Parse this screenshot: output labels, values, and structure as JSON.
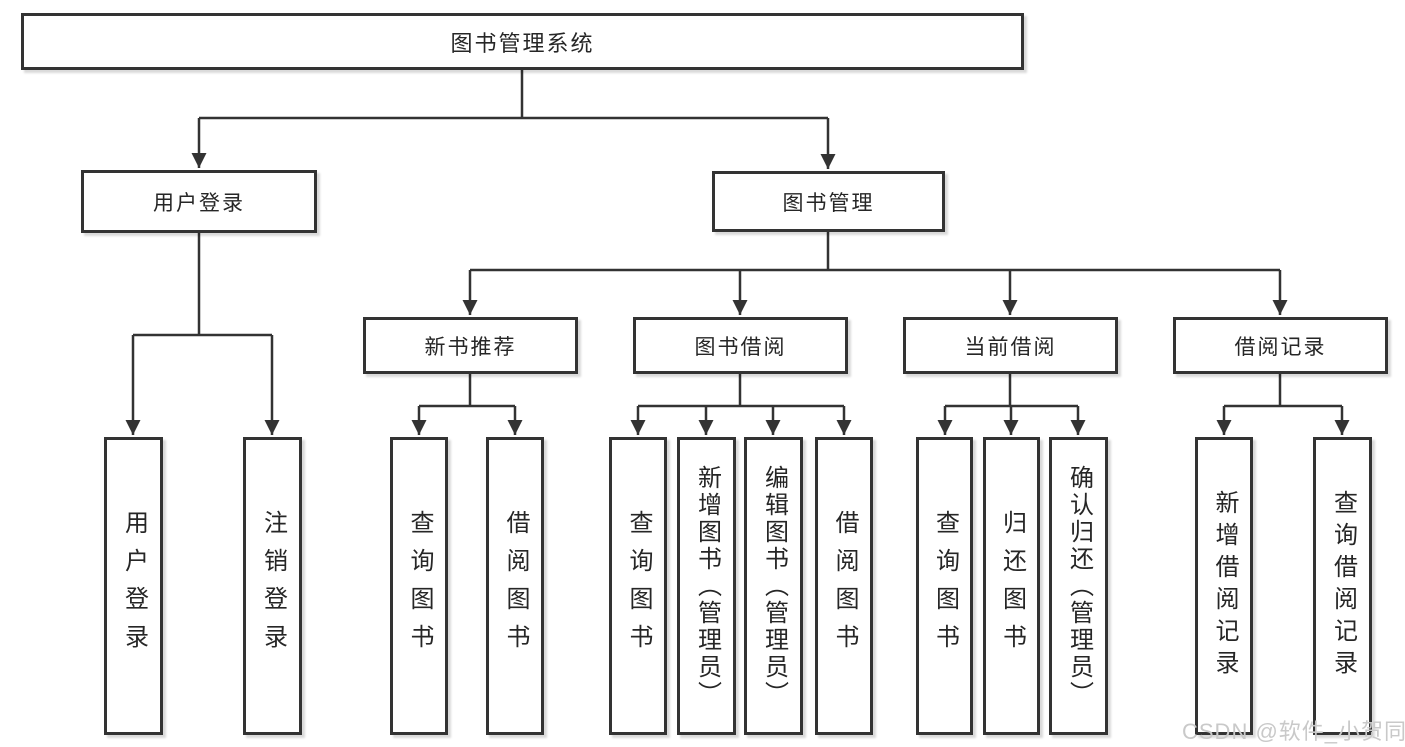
{
  "diagram": {
    "root": "图书管理系统",
    "branches": [
      {
        "label": "用户登录",
        "children": [
          "用户登录",
          "注销登录"
        ]
      },
      {
        "label": "图书管理",
        "sections": [
          {
            "label": "新书推荐",
            "children": [
              "查询图书",
              "借阅图书"
            ]
          },
          {
            "label": "图书借阅",
            "children": [
              "查询图书",
              "新增图书（管理员）",
              "编辑图书（管理员）",
              "借阅图书"
            ]
          },
          {
            "label": "当前借阅",
            "children": [
              "查询图书",
              "归还图书",
              "确认归还（管理员）"
            ]
          },
          {
            "label": "借阅记录",
            "children": [
              "新增借阅记录",
              "查询借阅记录"
            ]
          }
        ]
      }
    ]
  },
  "watermark": {
    "text": "CSDN @软件_小贺同学"
  },
  "colors": {
    "line": "#333333",
    "box_border": "#333333",
    "text": "#262626",
    "watermark": "#c9c9c9",
    "background": "#ffffff"
  }
}
